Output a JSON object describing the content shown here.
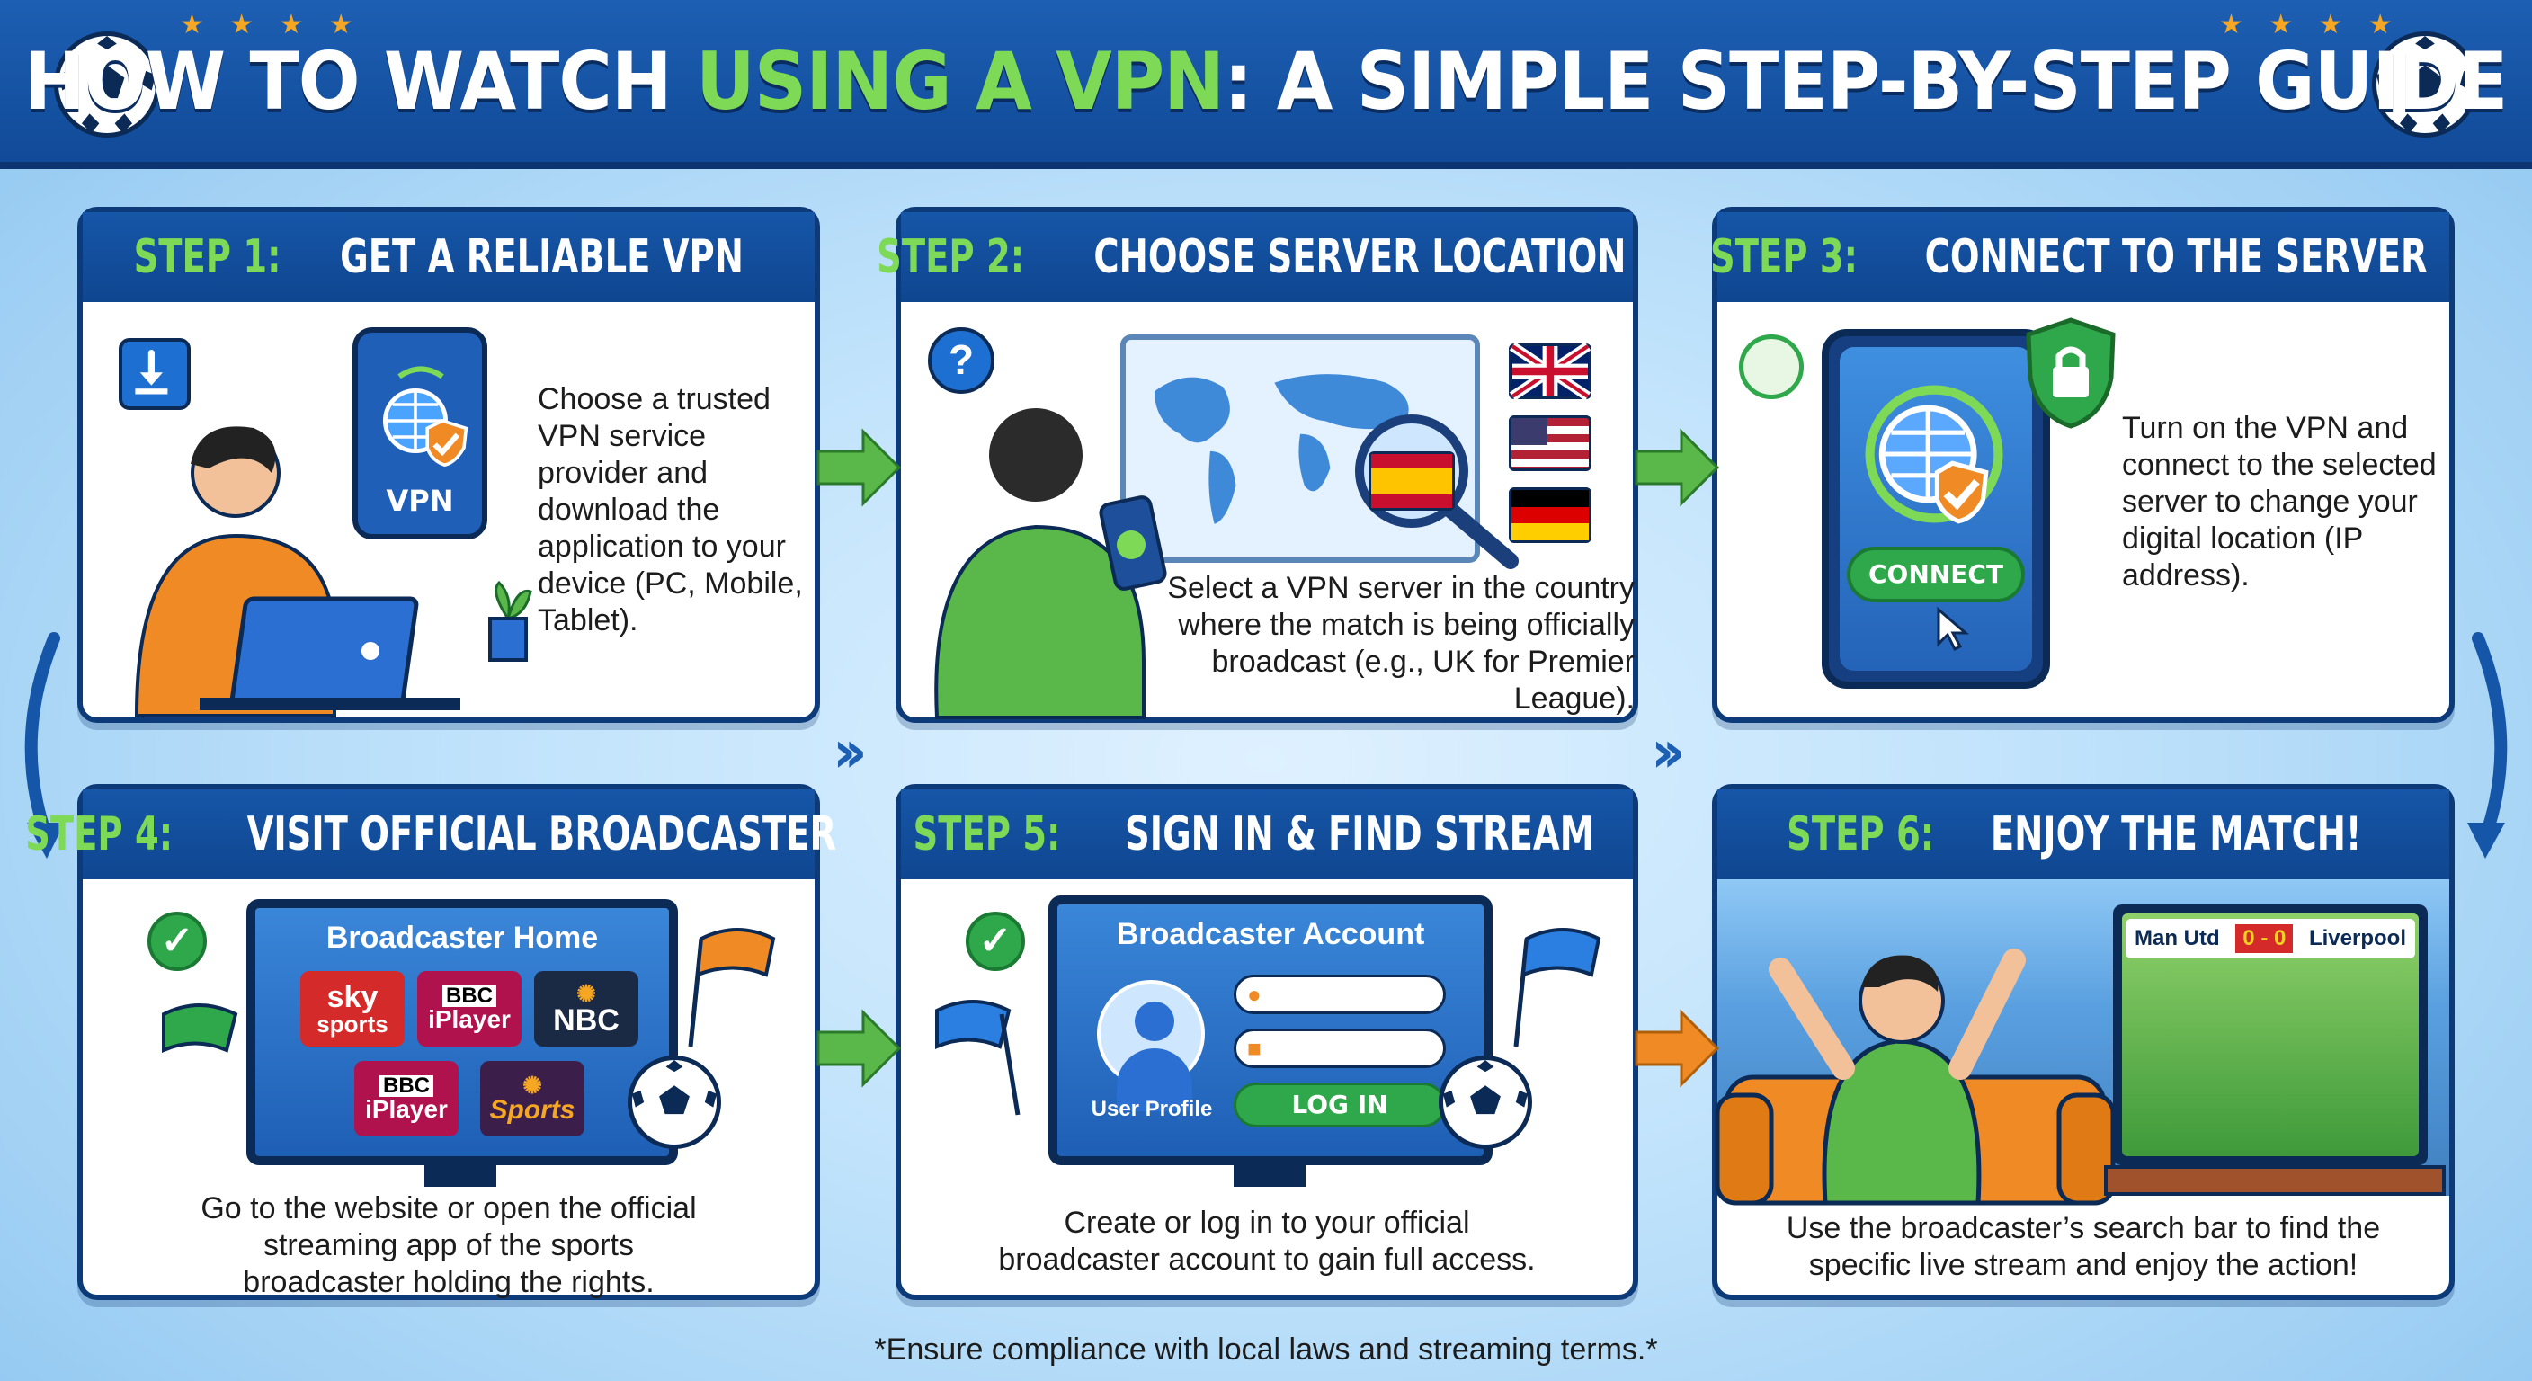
{
  "header": {
    "title_prefix": "HOW TO WATCH ",
    "title_highlight": "USING A VPN",
    "title_suffix": ": A SIMPLE STEP-BY-STEP GUIDE"
  },
  "colors": {
    "navy": "#0d3b7a",
    "brand_blue": "#1656a8",
    "accent_green": "#7ed957",
    "cta_green": "#2ea84a",
    "orange": "#f08a24"
  },
  "steps": [
    {
      "number": "STEP 1:",
      "title": "GET A RELIABLE VPN",
      "description": [
        "Choose a trusted",
        "VPN service",
        "provider and",
        "download the",
        "application to your",
        "device (PC, Mobile,",
        "Tablet)."
      ],
      "phone_label": "VPN",
      "icons": [
        "download-icon",
        "laptop-icon",
        "phone-icon",
        "globe-shield-icon",
        "plant-icon"
      ]
    },
    {
      "number": "STEP 2:",
      "title": "CHOOSE SERVER LOCATION",
      "description": [
        "Select a VPN server in the country",
        "where the match is being officially",
        "broadcast (e.g., UK for Premier League)."
      ],
      "icons": [
        "question-icon",
        "world-map-icon",
        "magnifier-icon",
        "uk-flag-icon",
        "us-flag-icon",
        "germany-flag-icon",
        "spain-flag-icon"
      ]
    },
    {
      "number": "STEP 3:",
      "title": "CONNECT TO THE SERVER",
      "description": [
        "Turn on the VPN and",
        "connect to the selected",
        "server to change your",
        "digital location (IP",
        "address)."
      ],
      "button_label": "CONNECT",
      "icons": [
        "power-icon",
        "lock-shield-icon",
        "globe-icon",
        "cursor-icon"
      ]
    },
    {
      "number": "STEP 4:",
      "title": "VISIT OFFICIAL BROADCASTER",
      "description": [
        "Go to the website or open the official",
        "streaming app of the sports",
        "broadcaster holding the rights."
      ],
      "screen_title": "Broadcaster Home",
      "logos": [
        {
          "top": "sky",
          "bottom": "sports",
          "color": "#d42a2a"
        },
        {
          "top": "BBC",
          "bottom": "iPlayer",
          "color": "#b0124e"
        },
        {
          "top": "",
          "bottom": "NBC",
          "color": "#1b2a44"
        },
        {
          "top": "BBC",
          "bottom": "iPlayer",
          "color": "#b0124e"
        },
        {
          "top": "",
          "bottom": "Sports",
          "color": "#3b1f4a"
        }
      ],
      "icons": [
        "check-icon",
        "flag-icon",
        "soccer-ball-icon"
      ]
    },
    {
      "number": "STEP 5:",
      "title": "SIGN IN & FIND STREAM",
      "description": [
        "Create or log in to your official",
        "broadcaster account to gain full access."
      ],
      "screen_title": "Broadcaster Account",
      "profile_label": "User Profile",
      "login_label": "LOG IN",
      "icons": [
        "check-icon",
        "user-icon",
        "lock-icon",
        "flag-icon",
        "soccer-ball-icon"
      ]
    },
    {
      "number": "STEP 6:",
      "title": "ENJOY THE MATCH!",
      "description": [
        "Use the broadcaster’s search bar to find the",
        "specific live stream and enjoy the action!"
      ],
      "scoreboard": {
        "home": "Man Utd",
        "score": "0 - 0",
        "away": "Liverpool"
      },
      "icons": [
        "fan-icon",
        "tv-icon",
        "sofa-icon"
      ]
    }
  ],
  "footnote": "*Ensure compliance with local laws and streaming terms.*"
}
